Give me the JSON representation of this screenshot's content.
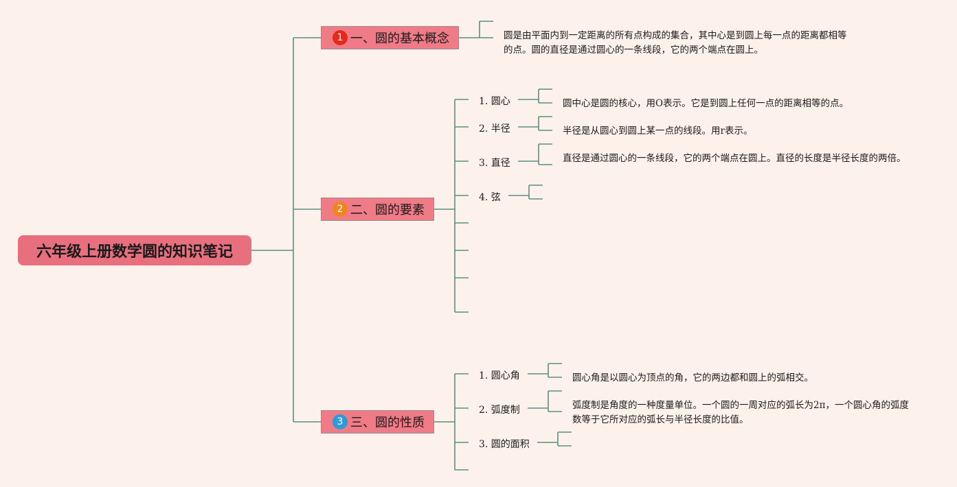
{
  "colors": {
    "background": "#fdf1ec",
    "line": "#5a8f80",
    "node": "#ef7b86",
    "root": "#e8707e",
    "badge1": "#e52a1c",
    "badge2": "#f0851f",
    "badge3": "#2f9ad8"
  },
  "root": {
    "label": "六年级上册数学圆的知识笔记"
  },
  "branches": [
    {
      "num": "1",
      "label": "一、圆的基本概念",
      "note": "圆是由平面内到一定距离的所有点构成的集合，其中心是到圆上每一点的距离都相等的点。圆的直径是通过圆心的一条线段，它的两个端点在圆上。"
    },
    {
      "num": "2",
      "label": "二、圆的要素",
      "items": [
        {
          "label": "1. 圆心",
          "note": "圆中心是圆的核心，用O表示。它是到圆上任何一点的距离相等的点。"
        },
        {
          "label": "2. 半径",
          "note": "半径是从圆心到圆上某一点的线段。用r表示。"
        },
        {
          "label": "3. 直径",
          "note": "直径是通过圆心的一条线段，它的两个端点在圆上。直径的长度是半径长度的两倍。"
        },
        {
          "label": "4. 弦",
          "note": ""
        }
      ]
    },
    {
      "num": "3",
      "label": "三、圆的性质",
      "items": [
        {
          "label": "1. 圆心角",
          "note": "圆心角是以圆心为顶点的角，它的两边都和圆上的弧相交。"
        },
        {
          "label": "2. 弧度制",
          "note": "弧度制是角度的一种度量单位。一个圆的一周对应的弧长为2π，一个圆心角的弧度数等于它所对应的弧长与半径长度的比值。"
        },
        {
          "label": "3. 圆的面积",
          "note": ""
        }
      ]
    }
  ]
}
